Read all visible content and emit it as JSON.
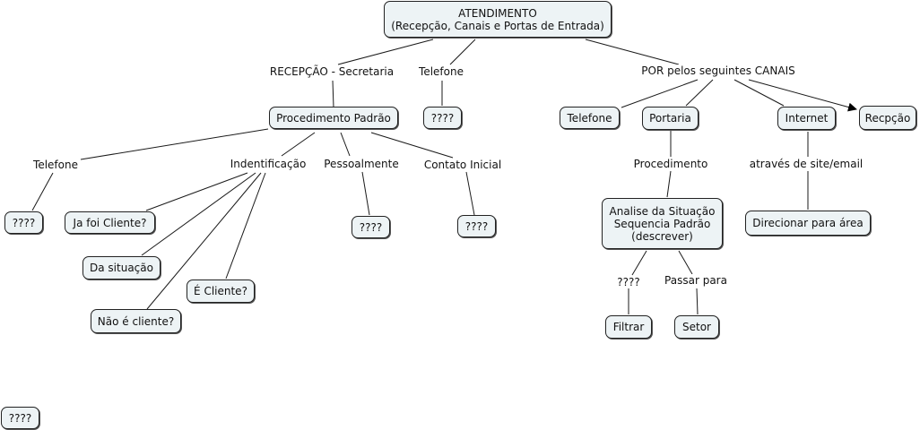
{
  "concepts": {
    "root": "ATENDIMENTO\n(Recepção, Canais e Portas de Entrada)",
    "procedimento_padrao": "Procedimento Padrão",
    "telefone_top_unknown": "????",
    "telefone_left_unknown": "????",
    "ja_foi_cliente": "Ja foi Cliente?",
    "da_situacao": "Da situação",
    "e_cliente": "É Cliente?",
    "nao_e_cliente": "Não é cliente?",
    "pessoalmente_unknown": "????",
    "contato_inicial_unknown": "????",
    "canal_telefone": "Telefone",
    "canal_portaria": "Portaria",
    "canal_internet": "Internet",
    "canal_recepcao": "Recpção",
    "analise_situacao": "Analise da Situação\nSequencia Padrão\n(descrever)",
    "direcionar_area": "Direcionar para área",
    "filtrar": "Filtrar",
    "setor": "Setor",
    "orphan_unknown": "????"
  },
  "linking_phrases": {
    "recepcao_secretaria": "RECEPÇÃO - Secretaria",
    "telefone_top": "Telefone",
    "por_canais": "POR pelos seguintes CANAIS",
    "telefone_left": "Telefone",
    "identificacao": "Indentificação",
    "pessoalmente": "Pessoalmente",
    "contato_inicial": "Contato Inicial",
    "procedimento": "Procedimento",
    "atraves_site": "através de site/email",
    "unknown_filter": "????",
    "passar_para": "Passar para"
  }
}
